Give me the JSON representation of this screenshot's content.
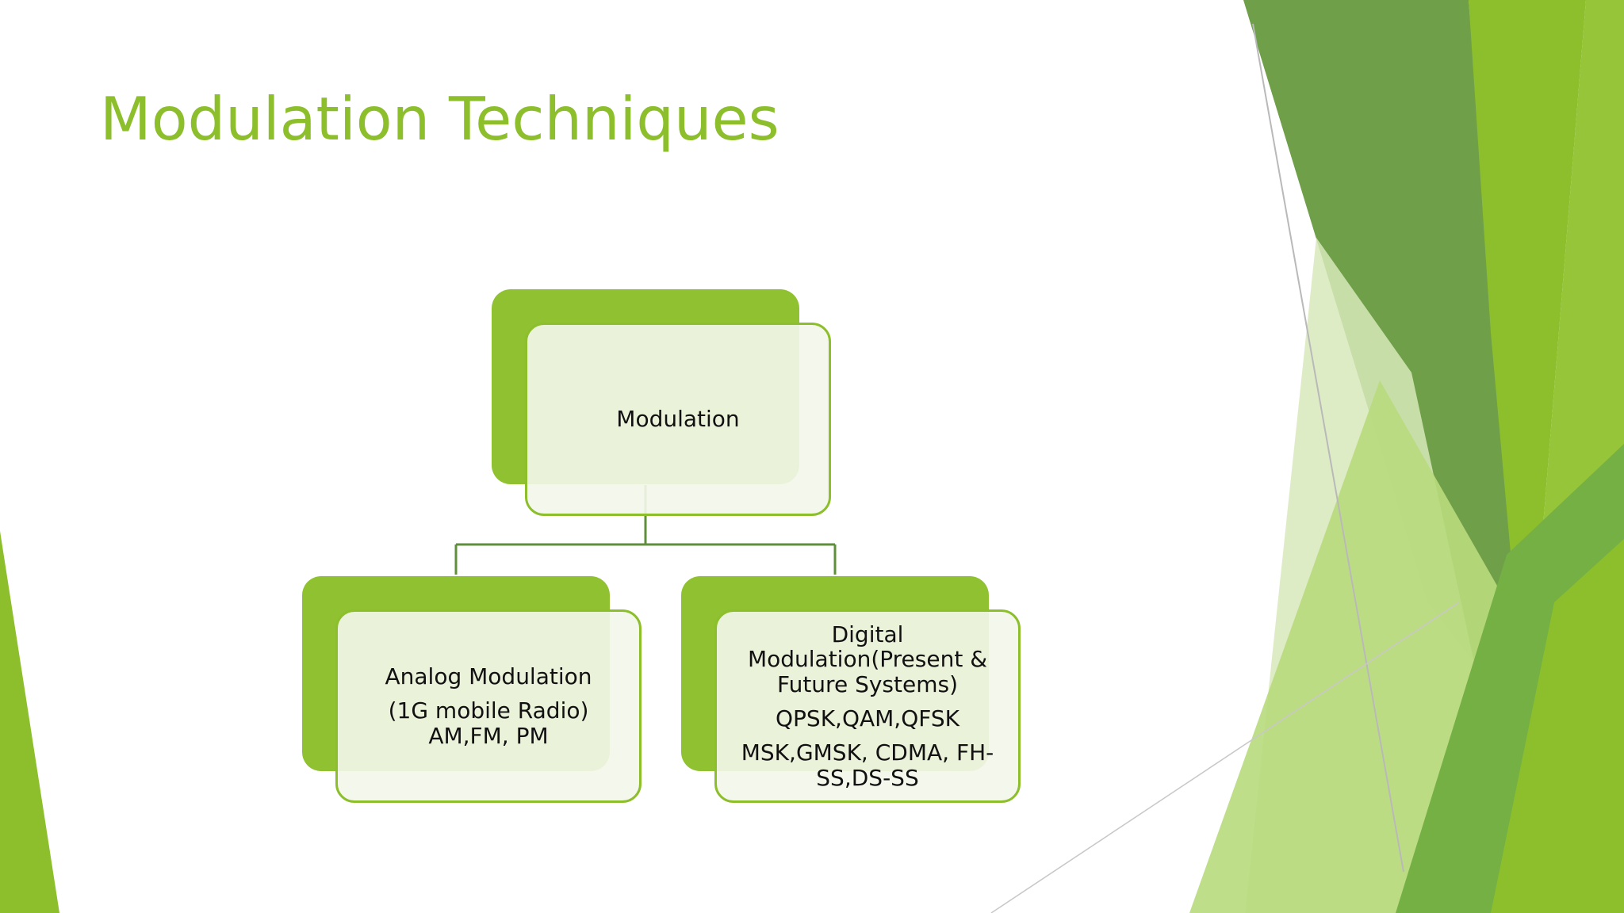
{
  "slide": {
    "title": "Modulation Techniques"
  },
  "diagram": {
    "root": {
      "label": "Modulation"
    },
    "children": [
      {
        "lines": [
          "Analog Modulation",
          "(1G mobile Radio) AM,FM, PM"
        ]
      },
      {
        "lines": [
          "Digital Modulation(Present & Future Systems)",
          "QPSK,QAM,QFSK",
          "MSK,GMSK, CDMA, FH-SS,DS-SS"
        ]
      }
    ]
  },
  "colors": {
    "accent": "#8cbf2b",
    "node_fill": "#8fc130",
    "dark_green": "#5f8f3a",
    "text": "#111111"
  }
}
